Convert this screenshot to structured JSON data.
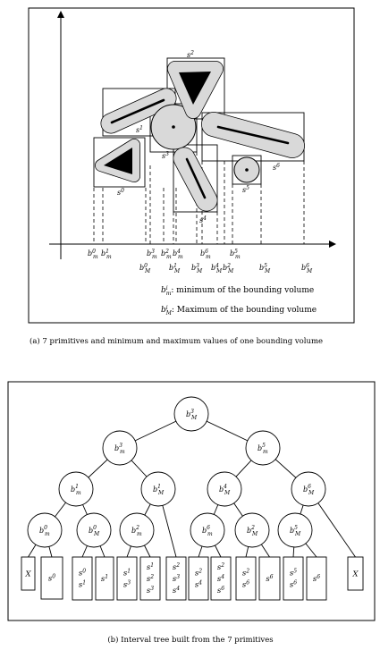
{
  "figure_a": {
    "shape_labels": [
      {
        "base": "s",
        "sup": "0"
      },
      {
        "base": "s",
        "sup": "1"
      },
      {
        "base": "s",
        "sup": "2"
      },
      {
        "base": "s",
        "sup": "3"
      },
      {
        "base": "s",
        "sup": "4"
      },
      {
        "base": "s",
        "sup": "5"
      },
      {
        "base": "s",
        "sup": "6"
      }
    ],
    "axis_labels_top": [
      {
        "base": "b",
        "sub": "m",
        "sup": "0"
      },
      {
        "base": "b",
        "sub": "m",
        "sup": "1"
      },
      {
        "base": "b",
        "sub": "m",
        "sup": "3"
      },
      {
        "base": "b",
        "sub": "m",
        "sup": "2"
      },
      {
        "base": "b",
        "sub": "m",
        "sup": "4"
      },
      {
        "base": "b",
        "sub": "m",
        "sup": "6"
      },
      {
        "base": "b",
        "sub": "m",
        "sup": "5"
      }
    ],
    "axis_labels_bottom": [
      {
        "base": "b",
        "sub": "M",
        "sup": "0"
      },
      {
        "base": "b",
        "sub": "M",
        "sup": "1"
      },
      {
        "base": "b",
        "sub": "M",
        "sup": "3"
      },
      {
        "base": "b",
        "sub": "M",
        "sup": "4"
      },
      {
        "base": "b",
        "sub": "M",
        "sup": "2"
      },
      {
        "base": "b",
        "sub": "M",
        "sup": "5"
      },
      {
        "base": "b",
        "sub": "M",
        "sup": "6"
      }
    ],
    "legend": [
      {
        "sym": "b",
        "sub": "m",
        "sup": "i",
        "text": ": minimum of the bounding volume"
      },
      {
        "sym": "b",
        "sub": "M",
        "sup": "i",
        "text": ": Maximum of the bounding volume"
      }
    ],
    "caption": "(a) 7 primitives and minimum and maximum values of one bounding volume"
  },
  "figure_b": {
    "nodes": [
      {
        "id": "root",
        "sub": "M",
        "sup": "3"
      },
      {
        "id": "l",
        "sub": "m",
        "sup": "3"
      },
      {
        "id": "r",
        "sub": "m",
        "sup": "5"
      },
      {
        "id": "ll",
        "sub": "m",
        "sup": "1"
      },
      {
        "id": "lr",
        "sub": "M",
        "sup": "1"
      },
      {
        "id": "rl",
        "sub": "M",
        "sup": "4"
      },
      {
        "id": "rr",
        "sub": "M",
        "sup": "6"
      },
      {
        "id": "lll",
        "sub": "m",
        "sup": "0"
      },
      {
        "id": "llr",
        "sub": "M",
        "sup": "0"
      },
      {
        "id": "lrl",
        "sub": "m",
        "sup": "2"
      },
      {
        "id": "rll",
        "sub": "m",
        "sup": "6"
      },
      {
        "id": "rlr",
        "sub": "M",
        "sup": "2"
      },
      {
        "id": "rrl",
        "sub": "M",
        "sup": "5"
      }
    ],
    "leaves": [
      {
        "items": [
          "X"
        ]
      },
      {
        "items": [
          "s0"
        ]
      },
      {
        "items": [
          "s0",
          "s1"
        ]
      },
      {
        "items": [
          "s1"
        ]
      },
      {
        "items": [
          "s1",
          "s3"
        ]
      },
      {
        "items": [
          "s1",
          "s2",
          "s3"
        ]
      },
      {
        "items": [
          "s2",
          "s3",
          "s4"
        ]
      },
      {
        "items": [
          "s2",
          "s4"
        ]
      },
      {
        "items": [
          "s2",
          "s4",
          "s6"
        ]
      },
      {
        "items": [
          "s2",
          "s6"
        ]
      },
      {
        "items": [
          "s6"
        ]
      },
      {
        "items": [
          "s5",
          "s6"
        ]
      },
      {
        "items": [
          "s6"
        ]
      },
      {
        "items": [
          "X"
        ]
      }
    ],
    "caption": "(b) Interval tree built from the 7 primitives"
  }
}
